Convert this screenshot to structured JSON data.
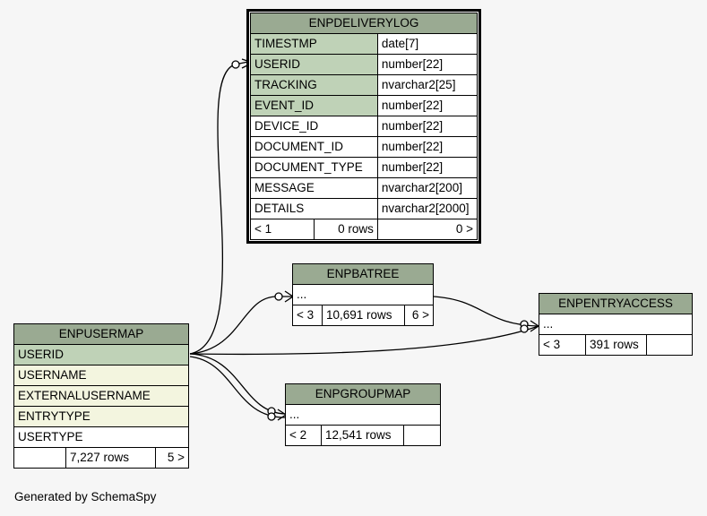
{
  "footer": "Generated by SchemaSpy",
  "tables": {
    "enpdeliverylog": {
      "name": "ENPDELIVERYLOG",
      "columns": [
        {
          "name": "TIMESTMP",
          "type": "date[7]"
        },
        {
          "name": "USERID",
          "type": "number[22]"
        },
        {
          "name": "TRACKING",
          "type": "nvarchar2[25]"
        },
        {
          "name": "EVENT_ID",
          "type": "number[22]"
        },
        {
          "name": "DEVICE_ID",
          "type": "number[22]"
        },
        {
          "name": "DOCUMENT_ID",
          "type": "number[22]"
        },
        {
          "name": "DOCUMENT_TYPE",
          "type": "number[22]"
        },
        {
          "name": "MESSAGE",
          "type": "nvarchar2[200]"
        },
        {
          "name": "DETAILS",
          "type": "nvarchar2[2000]"
        }
      ],
      "footer": {
        "parents": "< 1",
        "rows": "0 rows",
        "children": "0 >"
      }
    },
    "enpbatree": {
      "name": "ENPBATREE",
      "placeholder": "...",
      "footer": {
        "parents": "< 3",
        "rows": "10,691 rows",
        "children": "6 >"
      }
    },
    "enpentryaccess": {
      "name": "ENPENTRYACCESS",
      "placeholder": "...",
      "footer": {
        "parents": "< 3",
        "rows": "391 rows",
        "children": ""
      }
    },
    "enpusermap": {
      "name": "ENPUSERMAP",
      "columns": [
        "USERID",
        "USERNAME",
        "EXTERNALUSERNAME",
        "ENTRYTYPE",
        "USERTYPE"
      ],
      "footer": {
        "parents": "",
        "rows": "7,227 rows",
        "children": "5 >"
      }
    },
    "enpgroupmap": {
      "name": "ENPGROUPMAP",
      "placeholder": "...",
      "footer": {
        "parents": "< 2",
        "rows": "12,541 rows",
        "children": ""
      }
    }
  },
  "colors": {
    "header": "#9aaa92",
    "primary_key": "#bfd2b7",
    "indexed": "#f3f5df",
    "background": "#f6f6f6"
  }
}
